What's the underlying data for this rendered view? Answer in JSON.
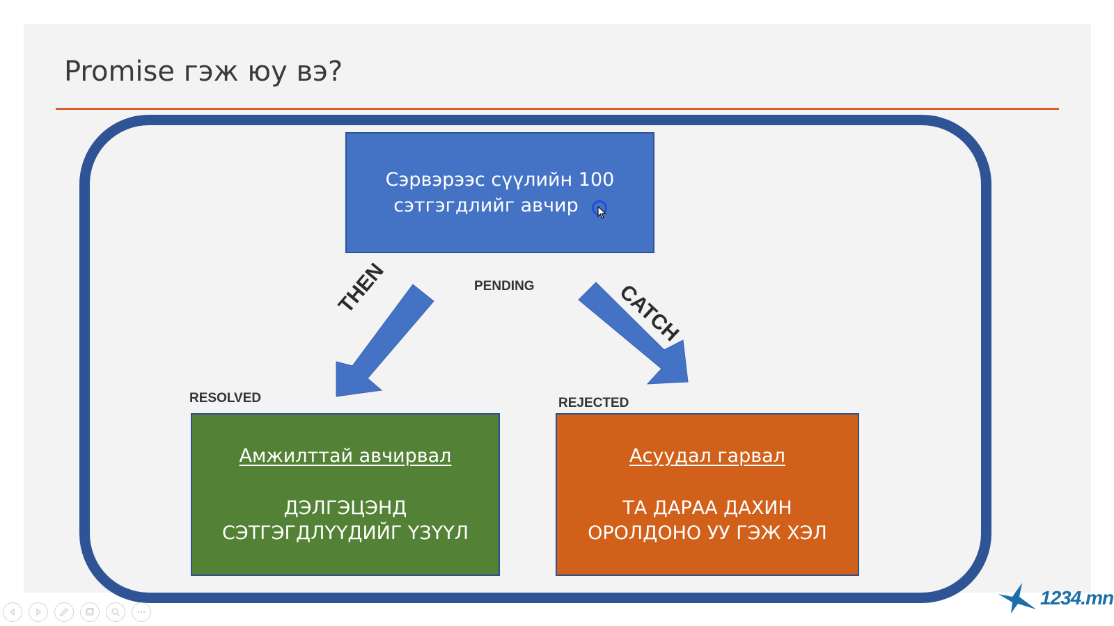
{
  "slide": {
    "title": "Promise гэж юу вэ?"
  },
  "boxes": {
    "request": {
      "line1": "Сэрвэрээс сүүлийн 100",
      "line2": "сэтгэгдлийг авчир"
    },
    "resolved": {
      "heading": "Амжилттай авчирвал",
      "line1": "ДЭЛГЭЦЭНД",
      "line2": "СЭТГЭГДЛҮҮДИЙГ ҮЗҮҮЛ"
    },
    "rejected": {
      "heading": "Асуудал гарвал",
      "line1": "ТА ДАРАА ДАХИН",
      "line2": "ОРОЛДОНО УУ ГЭЖ ХЭЛ"
    }
  },
  "states": {
    "pending": "PENDING",
    "resolved": "RESOLVED",
    "rejected": "REJECTED"
  },
  "arrows": {
    "then": "THEN",
    "catch": "CATCH"
  },
  "logo": {
    "text": "1234.mn"
  },
  "colors": {
    "request_box": "#4472c4",
    "resolved_box": "#538135",
    "rejected_box": "#d0601a",
    "frame": "#2f5496",
    "title_rule": "#d9602b",
    "arrow": "#4472c4"
  },
  "controls": {
    "icons": [
      "previous-icon",
      "next-icon",
      "pen-icon",
      "slides-icon",
      "zoom-icon",
      "more-icon"
    ]
  }
}
